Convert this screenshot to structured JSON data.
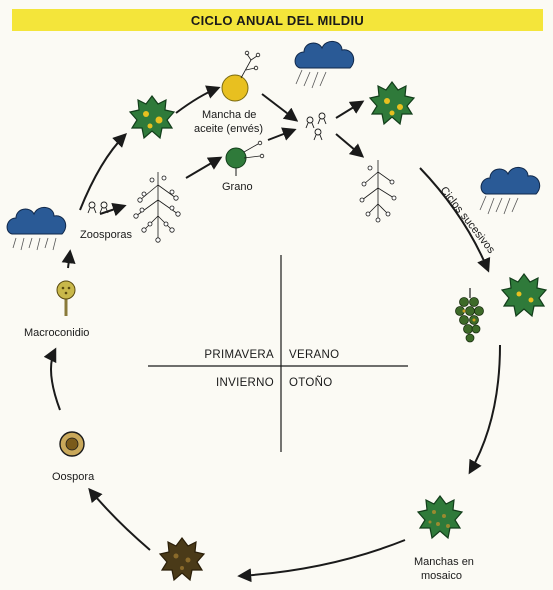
{
  "title": "CICLO ANUAL DEL MILDIU",
  "labels": {
    "mancha_de_aceite_1": "Mancha de",
    "mancha_de_aceite_2": "aceite (envés)",
    "grano": "Grano",
    "zoosporas": "Zoosporas",
    "ciclos_sucesivos": "Ciclos sucesivos",
    "macroconidio": "Macroconidio",
    "oospora": "Oospora",
    "manchas_en_mosaico_1": "Manchas en",
    "manchas_en_mosaico_2": "mosaico"
  },
  "seasons": {
    "spring": "PRIMAVERA",
    "summer": "VERANO",
    "winter": "INVIERNO",
    "autumn": "OTOÑO"
  },
  "colors": {
    "title_bar": "#f4e53a",
    "leaf_green": "#2f7a3a",
    "oil_spot": "#e8c020",
    "rain_cloud": "#2a5a96",
    "arrow": "#1a1a1a"
  }
}
